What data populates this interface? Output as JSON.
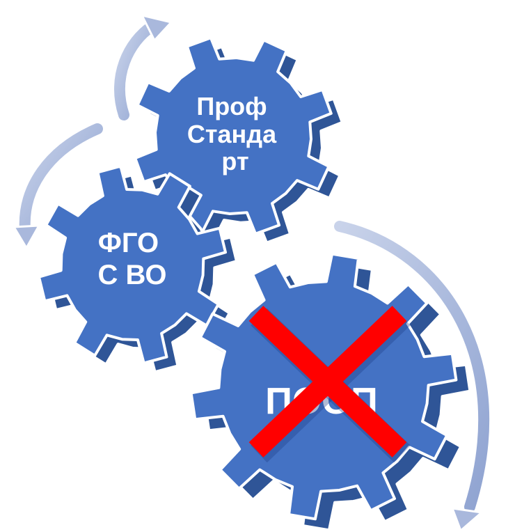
{
  "diagram": {
    "colors": {
      "gear_face": "#4472C4",
      "gear_side": "#2F5597",
      "gear_outline": "#ffffff",
      "arrow": "#A9B8DC",
      "cross": "#FF0000",
      "text": "#ffffff"
    },
    "gears": [
      {
        "id": "prof",
        "label_lines": [
          "Проф",
          "Станда",
          "рт"
        ]
      },
      {
        "id": "fgos",
        "label_lines": [
          "ФГО",
          "С ВО"
        ]
      },
      {
        "id": "poop",
        "label_lines": [
          "ПООП"
        ],
        "crossed_out": true
      }
    ],
    "arrows": [
      {
        "id": "top-arrow",
        "direction": "up"
      },
      {
        "id": "left-arrow",
        "direction": "down"
      },
      {
        "id": "right-arrow",
        "direction": "down"
      }
    ]
  }
}
